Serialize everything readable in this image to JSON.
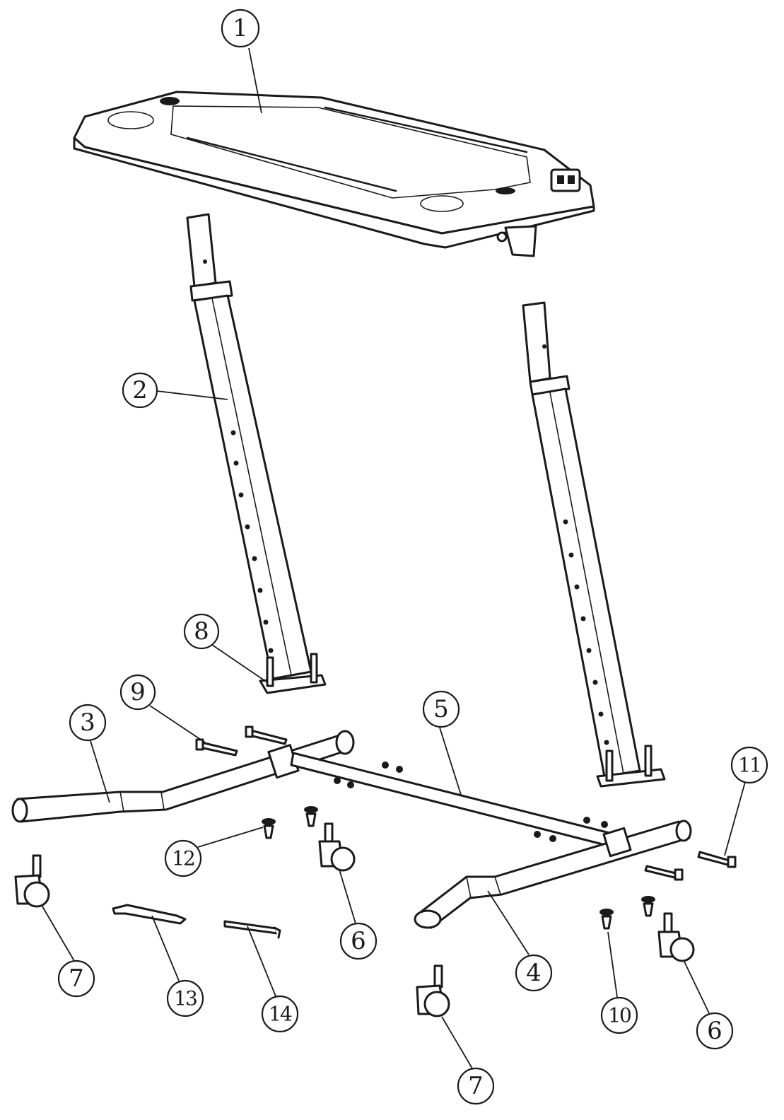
{
  "diagram": {
    "callouts": [
      {
        "id": "c1",
        "label": "1"
      },
      {
        "id": "c2",
        "label": "2"
      },
      {
        "id": "c3",
        "label": "3"
      },
      {
        "id": "c4",
        "label": "4"
      },
      {
        "id": "c5",
        "label": "5"
      },
      {
        "id": "c6a",
        "label": "6"
      },
      {
        "id": "c6b",
        "label": "6"
      },
      {
        "id": "c7a",
        "label": "7"
      },
      {
        "id": "c7b",
        "label": "7"
      },
      {
        "id": "c8",
        "label": "8"
      },
      {
        "id": "c9",
        "label": "9"
      },
      {
        "id": "c10",
        "label": "10"
      },
      {
        "id": "c11",
        "label": "11"
      },
      {
        "id": "c12",
        "label": "12"
      },
      {
        "id": "c13",
        "label": "13"
      },
      {
        "id": "c14",
        "label": "14"
      }
    ],
    "colors": {
      "line": "#1a1a1a",
      "background": "#ffffff"
    }
  }
}
